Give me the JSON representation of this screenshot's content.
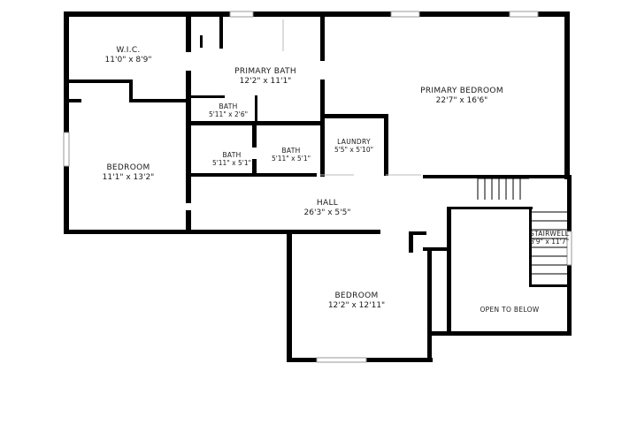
{
  "rooms": {
    "wic": {
      "name": "W.I.C.",
      "dims": "11'0\" x 8'9\""
    },
    "primary_bath": {
      "name": "PRIMARY BATH",
      "dims": "12'2\" x 11'1\""
    },
    "primary_bedroom": {
      "name": "PRIMARY BEDROOM",
      "dims": "22'7\" x 16'6\""
    },
    "bath_upper": {
      "name": "BATH",
      "dims": "5'11\" x 2'6\""
    },
    "bath_left": {
      "name": "BATH",
      "dims": "5'11\" x 5'1\""
    },
    "bath_right": {
      "name": "BATH",
      "dims": "5'11\" x 5'1\""
    },
    "laundry": {
      "name": "LAUNDRY",
      "dims": "5'5\" x 5'10\""
    },
    "bedroom_left": {
      "name": "BEDROOM",
      "dims": "11'1\" x 13'2\""
    },
    "hall": {
      "name": "HALL",
      "dims": "26'3\" x 5'5\""
    },
    "stairwell": {
      "name": "STAIRWELL",
      "dims": "8'9\" x 11'7\""
    },
    "open_to_below": {
      "name": "OPEN TO BELOW"
    },
    "bedroom_bottom": {
      "name": "BEDROOM",
      "dims": "12'2\" x 12'11\""
    }
  }
}
